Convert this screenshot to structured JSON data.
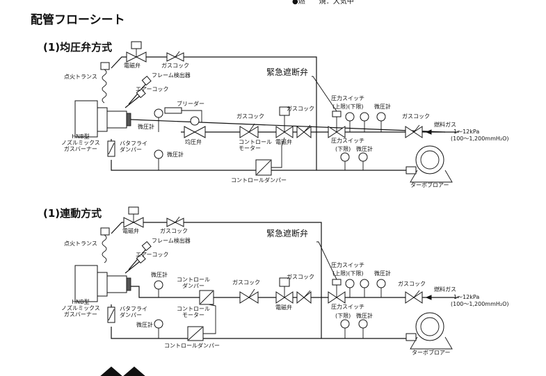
{
  "header": {
    "title": "配管フローシート",
    "note": "●燃　　焼：大気中"
  },
  "diagram1": {
    "heading": "(1)均圧弁方式",
    "labels": {
      "solenoid_top": "電磁弁",
      "gascock_top": "ガスコック",
      "ignition": "点火トランス",
      "flame_detector": "フレーム検出器",
      "air_cock": "エアーコック",
      "bleeder": "ブリーダー",
      "pressure_gauge_a": "微圧計",
      "equalizer_valve": "均圧弁",
      "gascock_mid": "ガスコック",
      "control_motor": "コントロール\nモーター",
      "solenoid_mid": "電磁弁",
      "gascock_small": "ガスコック",
      "emergency_valve": "緊急遮断弁",
      "pressure_switch_top": "圧力スイッチ",
      "upper_lower": "(上限)(下限)",
      "pressure_gauge_b": "微圧計",
      "gascock_right": "ガスコック",
      "fuel_gas": "燃料ガス",
      "fuel_range": "1～12kPa",
      "fuel_range2": "(100～1,200mmH₂O)",
      "burner": "HNB型\nノズルミックス\nガスバーナー",
      "butterfly": "バタフライ\nダンパー",
      "pressure_gauge_c": "微圧計",
      "pressure_switch_bottom": "圧力スイッチ",
      "lower": "(下限)",
      "pressure_gauge_d": "微圧計",
      "control_damper": "コントロールダンパー",
      "turbo_blower": "ターボブロアー"
    }
  },
  "diagram2": {
    "heading": "(1)連動方式",
    "labels": {
      "solenoid_top": "電磁弁",
      "gascock_top": "ガスコック",
      "ignition": "点火トランス",
      "flame_detector": "フレーム検出器",
      "air_cock": "エアーコック",
      "pressure_gauge_a": "微圧計",
      "control_damper_top": "コントロール\nダンパー",
      "gascock_mid": "ガスコック",
      "solenoid_mid": "電磁弁",
      "gascock_small": "ガスコック",
      "emergency_valve": "緊急遮断弁",
      "pressure_switch_top": "圧力スイッチ",
      "upper_lower": "(上限)(下限)",
      "pressure_gauge_b": "微圧計",
      "gascock_right": "ガスコック",
      "fuel_gas": "燃料ガス",
      "fuel_range": "1～12kPa",
      "fuel_range2": "(100～1,200mmH₂O)",
      "burner": "HNB型\nノズルミックス\nガスバーナー",
      "butterfly": "バタフライ\nダンパー",
      "control_motor": "コントロール\nモーター",
      "pressure_gauge_c": "微圧計",
      "pressure_switch_bottom": "圧力スイッチ",
      "lower": "(下限)",
      "pressure_gauge_d": "微圧計",
      "control_damper": "コントロールダンパー",
      "turbo_blower": "ターボブロアー"
    }
  }
}
